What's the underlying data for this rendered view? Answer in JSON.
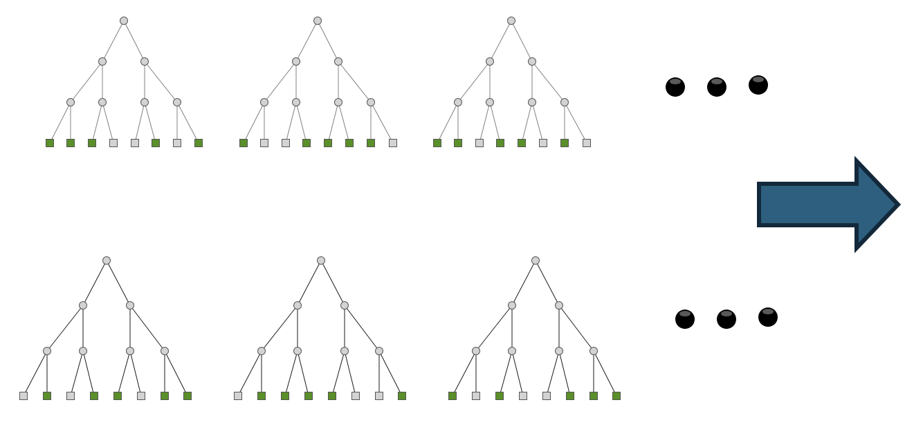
{
  "colors": {
    "node_fill": "#d3d3d3",
    "node_stroke": "#555555",
    "leaf_green": "#5a8f2a",
    "leaf_grey": "#d3d3d3",
    "edge_top": "#808080",
    "edge_bottom": "#1a1a1a",
    "arrow_fill": "#2e5f7e",
    "arrow_stroke": "#13283a",
    "dot": "#000000"
  },
  "diagram": {
    "rows": [
      {
        "name": "top-row",
        "trees": [
          {
            "leaves": [
              "green",
              "green",
              "green",
              "grey",
              "grey",
              "green",
              "grey",
              "green"
            ]
          },
          {
            "leaves": [
              "green",
              "grey",
              "grey",
              "green",
              "green",
              "green",
              "green",
              "grey"
            ]
          },
          {
            "leaves": [
              "green",
              "green",
              "grey",
              "green",
              "green",
              "grey",
              "green",
              "grey"
            ]
          }
        ],
        "ellipsis": "…"
      },
      {
        "name": "bottom-row",
        "trees": [
          {
            "leaves": [
              "grey",
              "green",
              "grey",
              "green",
              "green",
              "grey",
              "green",
              "green"
            ]
          },
          {
            "leaves": [
              "grey",
              "green",
              "green",
              "green",
              "green",
              "grey",
              "grey",
              "green"
            ]
          },
          {
            "leaves": [
              "green",
              "grey",
              "green",
              "grey",
              "grey",
              "green",
              "green",
              "green"
            ]
          }
        ],
        "ellipsis": "…"
      }
    ],
    "arrow": {
      "direction": "right",
      "icon": "arrow-right-icon"
    }
  }
}
